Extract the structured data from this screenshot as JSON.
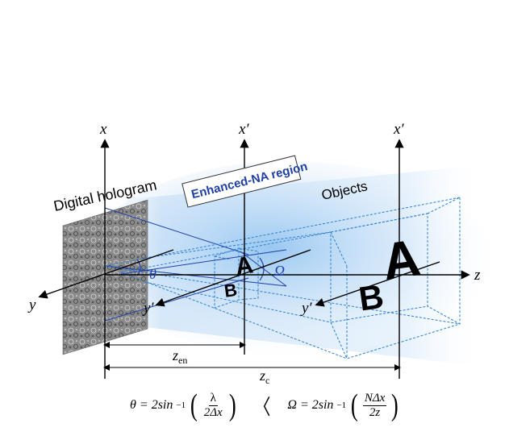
{
  "colors": {
    "beam_light": "#cfe4f8",
    "beam_core": "#8ec2f0",
    "cone_line": "#1f3fa6",
    "dashed": "#2f7fd0",
    "axis": "#000000",
    "label_blue": "#1f3fa6",
    "hologram_bg": "#7a7a7a"
  },
  "labels": {
    "x_axis": "x",
    "x_prime_1": "x′",
    "x_prime_2": "x′",
    "y_axis": "y",
    "y_prime_1": "y′",
    "y_prime_2": "y′",
    "z_axis": "z",
    "digital_hologram": "Digital hologram",
    "enhanced_na_region": "Enhanced-NA region",
    "objects": "Objects",
    "theta_angle": "θ",
    "omega_angle": "Ω",
    "z_en_main": "z",
    "z_en_sub": "en",
    "z_c_main": "z",
    "z_c_sub": "c",
    "letter_a_small": "A",
    "letter_b_small": "B",
    "letter_a_large": "A",
    "letter_b_large": "B"
  },
  "formula": {
    "theta_lhs": "θ = 2sin",
    "inv_sup": "−1",
    "theta_num": "λ",
    "theta_den": "2Δx",
    "less_than": "〈",
    "omega_lhs": "Ω = 2sin",
    "omega_num": "NΔx",
    "omega_den": "2z"
  }
}
